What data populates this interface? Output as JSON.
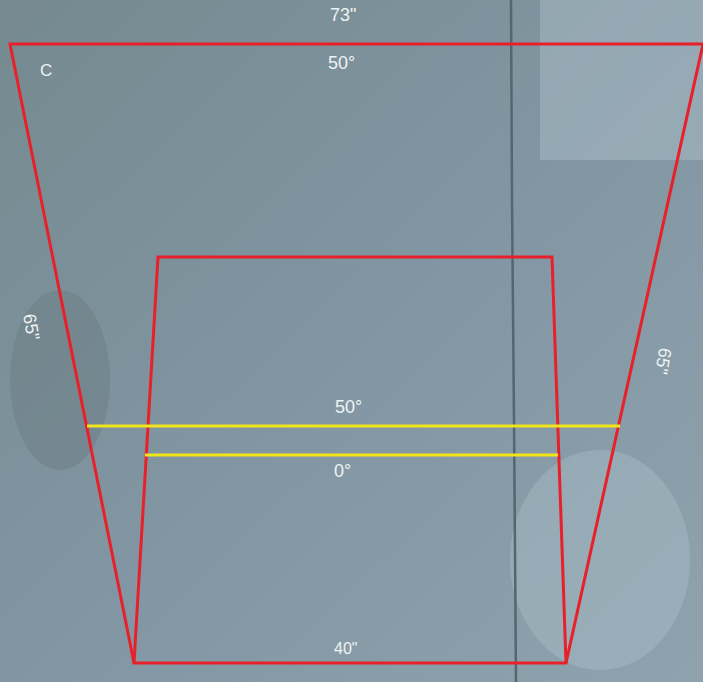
{
  "diagram": {
    "labels": [
      "C",
      "73\"",
      "50°",
      "65\"",
      "50°",
      "0°",
      "65\"",
      "40\""
    ]
  }
}
